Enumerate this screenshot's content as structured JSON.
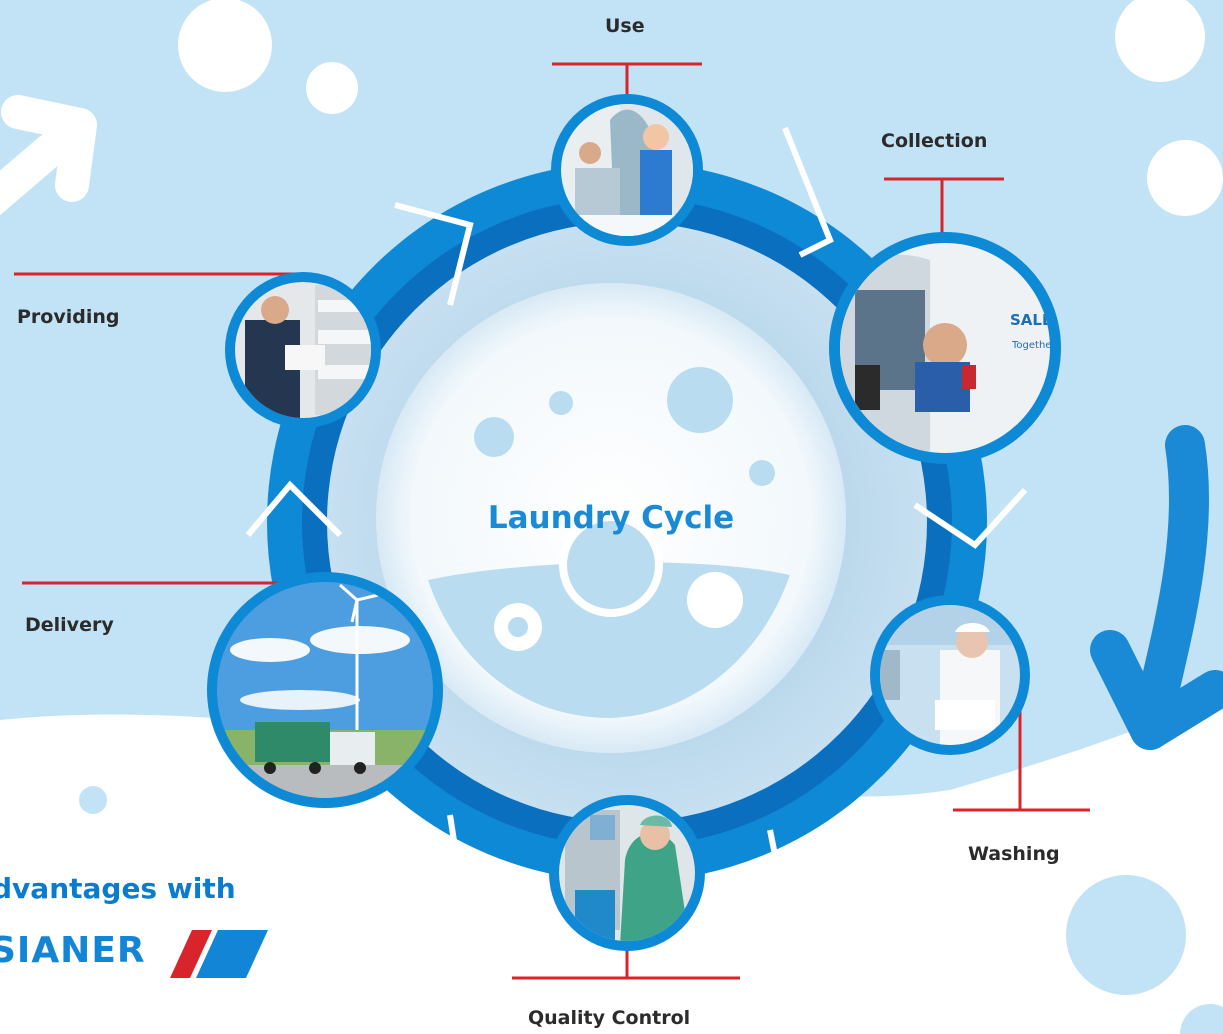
{
  "diagram": {
    "center_title": "Laundry Cycle",
    "stages": [
      {
        "id": "use",
        "label": "Use"
      },
      {
        "id": "collection",
        "label": "Collection"
      },
      {
        "id": "washing",
        "label": "Washing"
      },
      {
        "id": "quality-control",
        "label": "Quality Control"
      },
      {
        "id": "delivery",
        "label": "Delivery"
      },
      {
        "id": "providing",
        "label": "Providing"
      }
    ]
  },
  "brand": {
    "tagline": "dvantages with",
    "logo_text": "SIANER",
    "van_text": "SALE",
    "van_subtext": "Togethe"
  },
  "colors": {
    "ring_blue": "#0e89d6",
    "ring_dark": "#0a6fbf",
    "background_light_blue": "#c2e3f5",
    "accent_red": "#d8242b",
    "title_blue": "#1a8ad6"
  }
}
